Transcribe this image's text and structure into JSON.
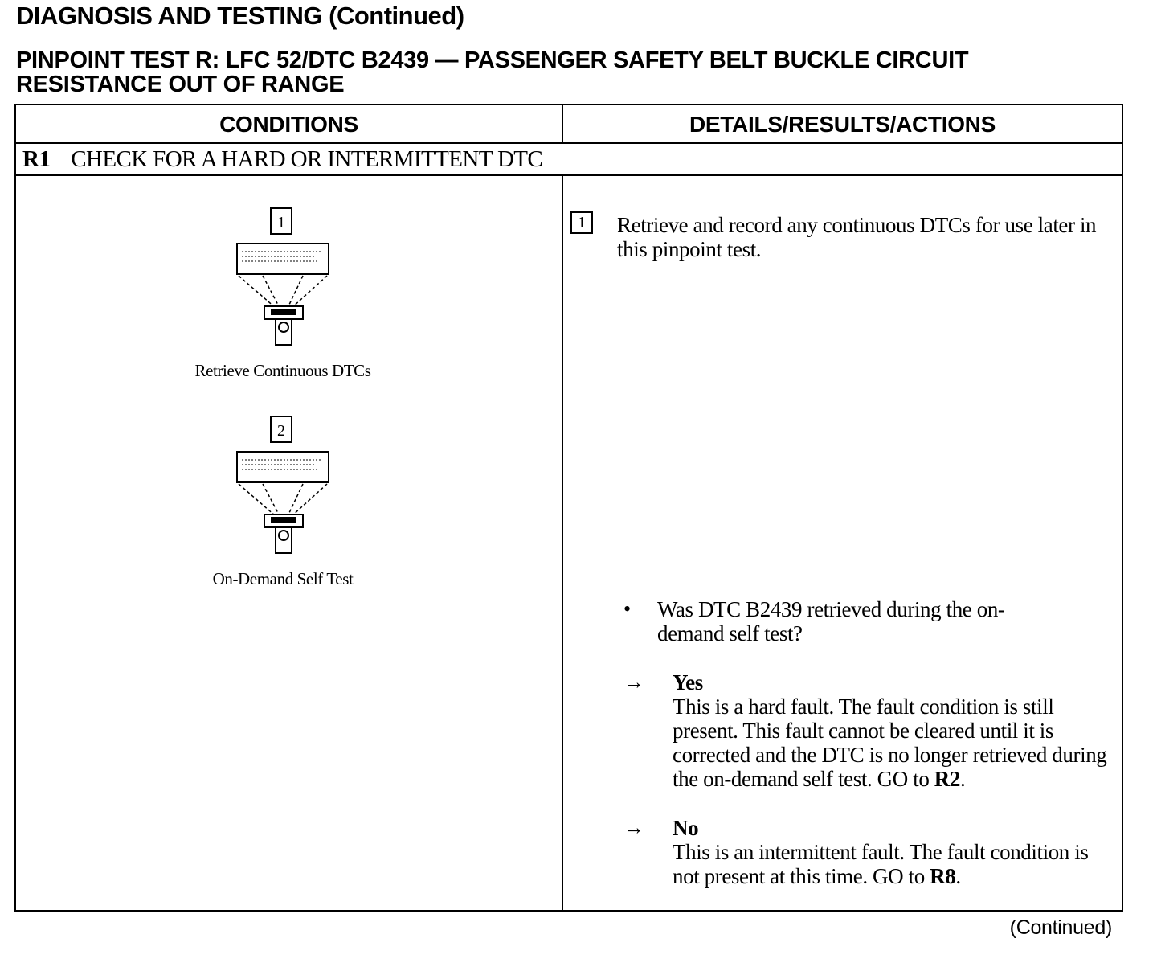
{
  "page": {
    "heading": "DIAGNOSIS AND TESTING (Continued)",
    "test_title_line1": "PINPOINT TEST R: LFC 52/DTC B2439 — PASSENGER SAFETY BELT BUCKLE CIRCUIT",
    "test_title_line2": "RESISTANCE OUT OF RANGE",
    "footer": "(Continued)"
  },
  "table": {
    "columns": [
      "CONDITIONS",
      "DETAILS/RESULTS/ACTIONS"
    ],
    "step": {
      "id": "R1",
      "title": "CHECK FOR A HARD OR INTERMITTENT DTC"
    },
    "illustrations": [
      {
        "number": "1",
        "caption": "Retrieve Continuous DTCs",
        "icon": "scan-tool-icon"
      },
      {
        "number": "2",
        "caption": "On-Demand Self Test",
        "icon": "scan-tool-icon"
      }
    ],
    "details": {
      "item1_number": "1",
      "item1_text": "Retrieve and record any continuous DTCs for use later in this pinpoint test.",
      "question": "Was DTC B2439 retrieved during the on-demand self test?",
      "answers": [
        {
          "label": "Yes",
          "text": "This is a hard fault. The fault condition is still present. This fault cannot be cleared until it is corrected and the DTC is no longer retrieved during the on-demand self test. GO to ",
          "ref": "R2",
          "tail": "."
        },
        {
          "label": "No",
          "text": "This is an intermittent fault. The fault condition is not present at this time. GO to ",
          "ref": "R8",
          "tail": "."
        }
      ]
    }
  }
}
